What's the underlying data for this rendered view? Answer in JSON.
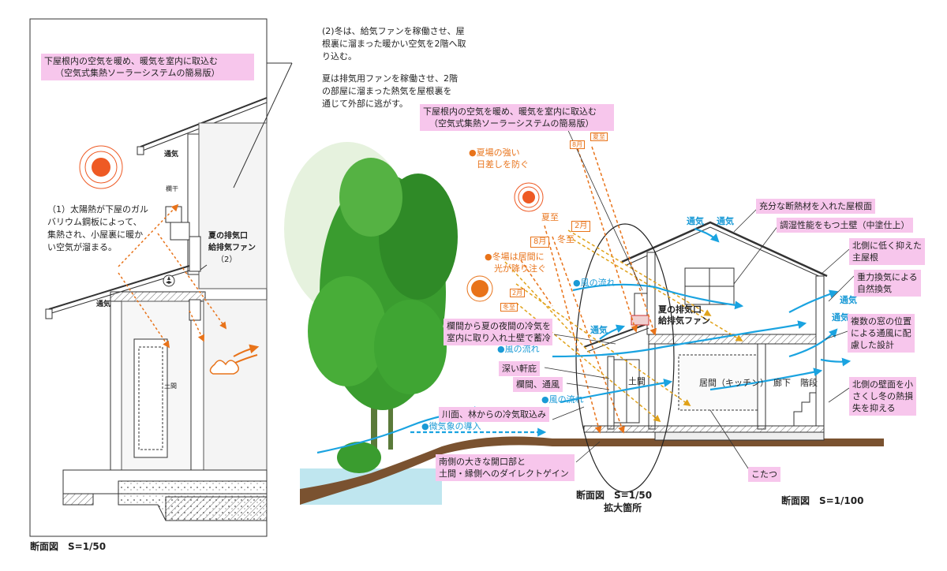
{
  "left_panel": {
    "title_line1": "下屋根内の空気を暖め、暖気を室内に取込む",
    "title_line2": "（空気式集熱ソーラーシステムの簡易版）",
    "note1_lines": [
      "（1）太陽熱が下屋のガル",
      "バリウム鋼板によって、",
      "集熱され、小屋裏に暖か",
      "い空気が溜まる。"
    ],
    "label_vent_top": "通気",
    "label_vent_bottom": "通気",
    "label_rail": "欄干",
    "label_doma": "土間",
    "label_exhaust_1": "夏の排気口",
    "label_exhaust_2": "給排気ファン",
    "label_exhaust_3": "（2）",
    "scale": "断面図　S=1/50"
  },
  "top_notes": {
    "note2_lines": [
      "(2)冬は、給気ファンを稼働させ、屋",
      "根裏に溜まった暖かい空気を2階へ取",
      "り込む。"
    ],
    "note3_lines": [
      "夏は排気用ファンを稼働させ、2階",
      "の部屋に溜まった熱気を屋根裏を",
      "通じて外部に逃がす。"
    ]
  },
  "right_panel": {
    "title_line1": "下屋根内の空気を暖め、暖気を室内に取込む",
    "title_line2": "（空気式集熱ソーラーシステムの簡易版）",
    "summer_sun_1": "●夏場の強い",
    "summer_sun_2": "日差しを防ぐ",
    "winter_sun_1": "●冬場は居間に",
    "winter_sun_2": "光が降り注ぐ",
    "tag_summer_solstice": "夏至",
    "tag_winter_solstice": "冬至",
    "tag_aug": "8月",
    "tag_feb": "2月",
    "tag_aug_small": "8月",
    "tag_summer_small": "夏至",
    "tag_feb_small": "2月",
    "tag_winter_small": "冬至",
    "wind_1": "●風の流れ",
    "wind_2": "●風の流れ",
    "wind_3": "●風の流れ",
    "micro_climate": "●微気象の導入",
    "label_ranma_1": "欄間から夏の夜間の冷気を",
    "label_ranma_2": "室内に取り入れ土壁で蓄冷",
    "label_eaves": "深い軒庇",
    "label_ranma_vent": "欄間、通風",
    "label_river": "川面、林からの冷気取込み",
    "label_south_1": "南側の大きな開口部と",
    "label_south_2": "土間・縁側へのダイレクトゲイン",
    "label_exhaust_1": "夏の排気口",
    "label_exhaust_2": "給排気ファン",
    "label_vent_left": "通気",
    "label_vent_roof1": "通気",
    "label_vent_roof2": "通気",
    "label_vent_r1": "通気",
    "label_vent_r2": "通気",
    "label_doma": "土間",
    "label_living": "居間（キッチン）",
    "label_corridor": "廊下",
    "label_stairs": "階段",
    "label_kotatsu": "こたつ",
    "ann_insulation": "充分な断熱材を入れた屋根面",
    "ann_clay": "調湿性能をもつ土壁（中塗仕上）",
    "ann_north_roof_1": "北側に低く抑えた",
    "ann_north_roof_2": "主屋根",
    "ann_gravity_1": "重力換気による",
    "ann_gravity_2": "自然換気",
    "ann_windows_1": "複数の窓の位置",
    "ann_windows_2": "による通風に配",
    "ann_windows_3": "慮した設計",
    "ann_north_wall_1": "北側の壁面を小",
    "ann_north_wall_2": "さくし冬の熱損",
    "ann_north_wall_3": "失を抑える",
    "scale_zoom_1": "断面図　S=1/50",
    "scale_zoom_2": "拡大箇所",
    "scale_right": "断面図　S=1/100"
  },
  "colors": {
    "annotation_pink": "#f7c6ec",
    "sun_orange": "#ee5a24",
    "arrow_orange": "#e8731a",
    "wind_blue": "#1aa3e0",
    "tree_green": "#3a9c2f",
    "ground_brown": "#7a5230",
    "water_blue": "#bfe6ef"
  }
}
